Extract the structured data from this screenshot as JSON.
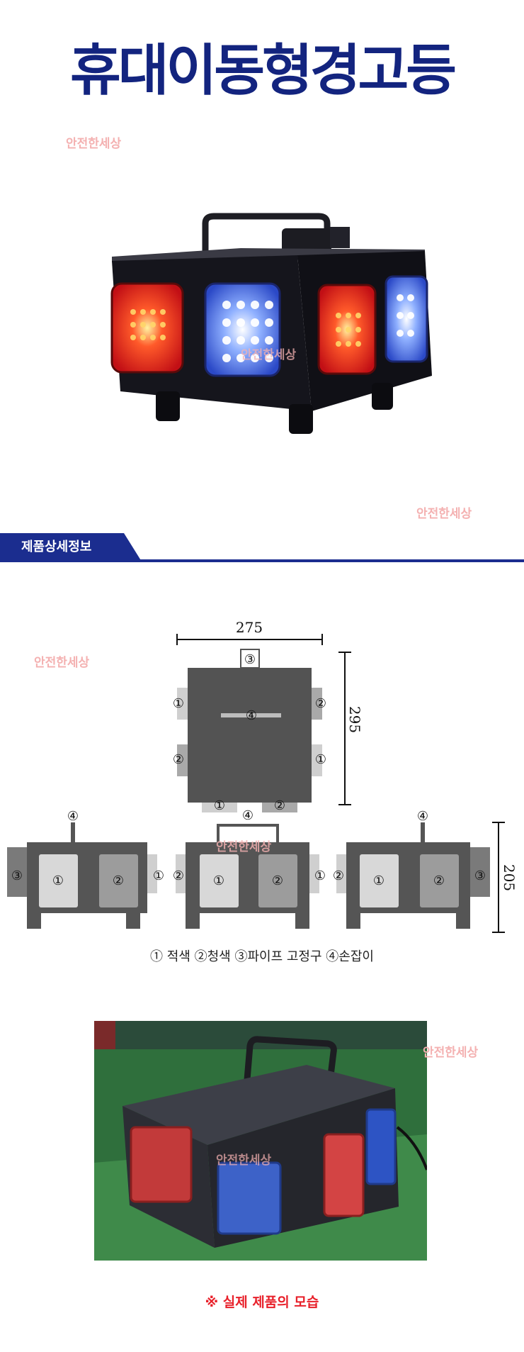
{
  "title": "휴대이동형경고등",
  "watermark": "안전한세상",
  "section": {
    "label": "제품상세정보"
  },
  "diagram": {
    "width_dim": "275",
    "depth_dim": "295",
    "height_dim": "205",
    "m1": "①",
    "m2": "②",
    "m3": "③",
    "m4": "④"
  },
  "legend": "① 적색 ②청색 ③파이프 고정구 ④손잡이",
  "caption": "※ 실제 제품의 모습",
  "colors": {
    "navy": "#13247f",
    "red_lamp": "#e8202a",
    "blue_lamp": "#3f63e0",
    "caption": "#e8202a"
  }
}
